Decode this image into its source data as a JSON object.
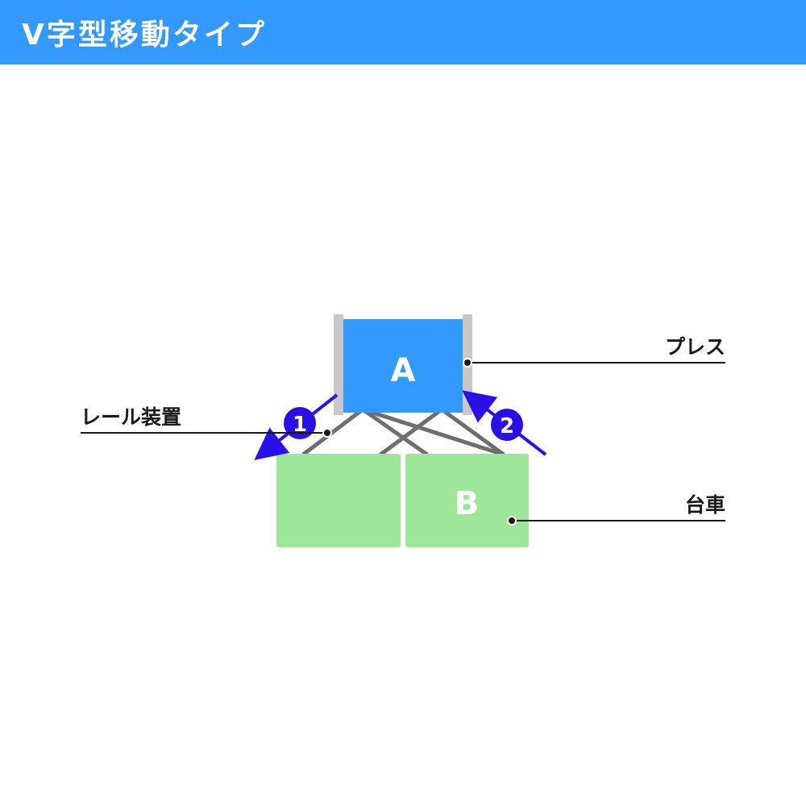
{
  "header": {
    "title": "V字型移動タイプ",
    "background_color": "#3399ff"
  },
  "diagram": {
    "press": {
      "letter": "A",
      "label": "プレス",
      "color": "#3399ff",
      "column_color": "#c8c8c8"
    },
    "carts": {
      "letter": "B",
      "label": "台車",
      "color": "#9de69a"
    },
    "rail": {
      "label": "レール装置",
      "color": "#6e6e6e"
    },
    "steps": [
      {
        "number": "1",
        "direction": "down-left"
      },
      {
        "number": "2",
        "direction": "up-left"
      }
    ],
    "arrow_color": "#2a10e8"
  }
}
